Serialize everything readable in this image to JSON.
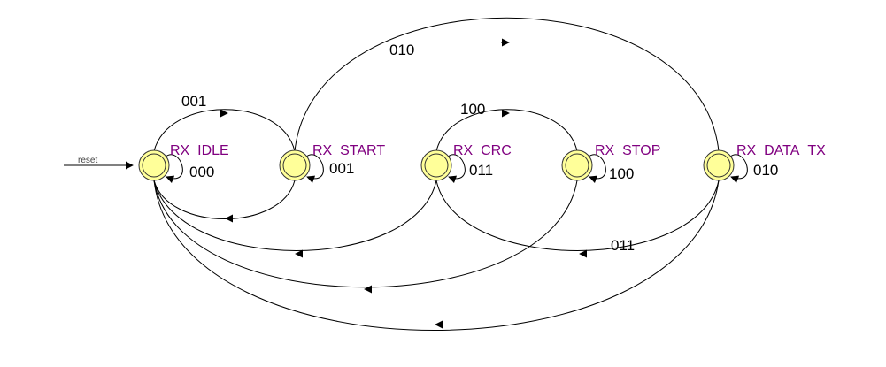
{
  "colors": {
    "state_fill": "#ffff99",
    "state_stroke": "#333333",
    "state_label": "#800080",
    "edge": "#000000"
  },
  "states": [
    {
      "id": "RX_IDLE",
      "label": "RX_IDLE"
    },
    {
      "id": "RX_START",
      "label": "RX_START"
    },
    {
      "id": "RX_CRC",
      "label": "RX_CRC"
    },
    {
      "id": "RX_STOP",
      "label": "RX_STOP"
    },
    {
      "id": "RX_DATA_TX",
      "label": "RX_DATA_TX"
    }
  ],
  "reset_label": "reset",
  "transitions": [
    {
      "id": "idle-start",
      "from": "RX_IDLE",
      "to": "RX_START",
      "label": "001"
    },
    {
      "id": "idle-self",
      "from": "RX_IDLE",
      "to": "RX_IDLE",
      "label": "000"
    },
    {
      "id": "start-self",
      "from": "RX_START",
      "to": "RX_START",
      "label": "001"
    },
    {
      "id": "start-data",
      "from": "RX_START",
      "to": "RX_DATA_TX",
      "label": "010"
    },
    {
      "id": "start-idle",
      "from": "RX_START",
      "to": "RX_IDLE",
      "label": ""
    },
    {
      "id": "crc-stop",
      "from": "RX_CRC",
      "to": "RX_STOP",
      "label": "100"
    },
    {
      "id": "crc-self",
      "from": "RX_CRC",
      "to": "RX_CRC",
      "label": "011"
    },
    {
      "id": "crc-idle",
      "from": "RX_CRC",
      "to": "RX_IDLE",
      "label": ""
    },
    {
      "id": "stop-self",
      "from": "RX_STOP",
      "to": "RX_STOP",
      "label": "100"
    },
    {
      "id": "stop-idle",
      "from": "RX_STOP",
      "to": "RX_IDLE",
      "label": ""
    },
    {
      "id": "data-self",
      "from": "RX_DATA_TX",
      "to": "RX_DATA_TX",
      "label": "010"
    },
    {
      "id": "data-crc",
      "from": "RX_DATA_TX",
      "to": "RX_CRC",
      "label": "011"
    },
    {
      "id": "data-idle",
      "from": "RX_DATA_TX",
      "to": "RX_IDLE",
      "label": ""
    }
  ]
}
